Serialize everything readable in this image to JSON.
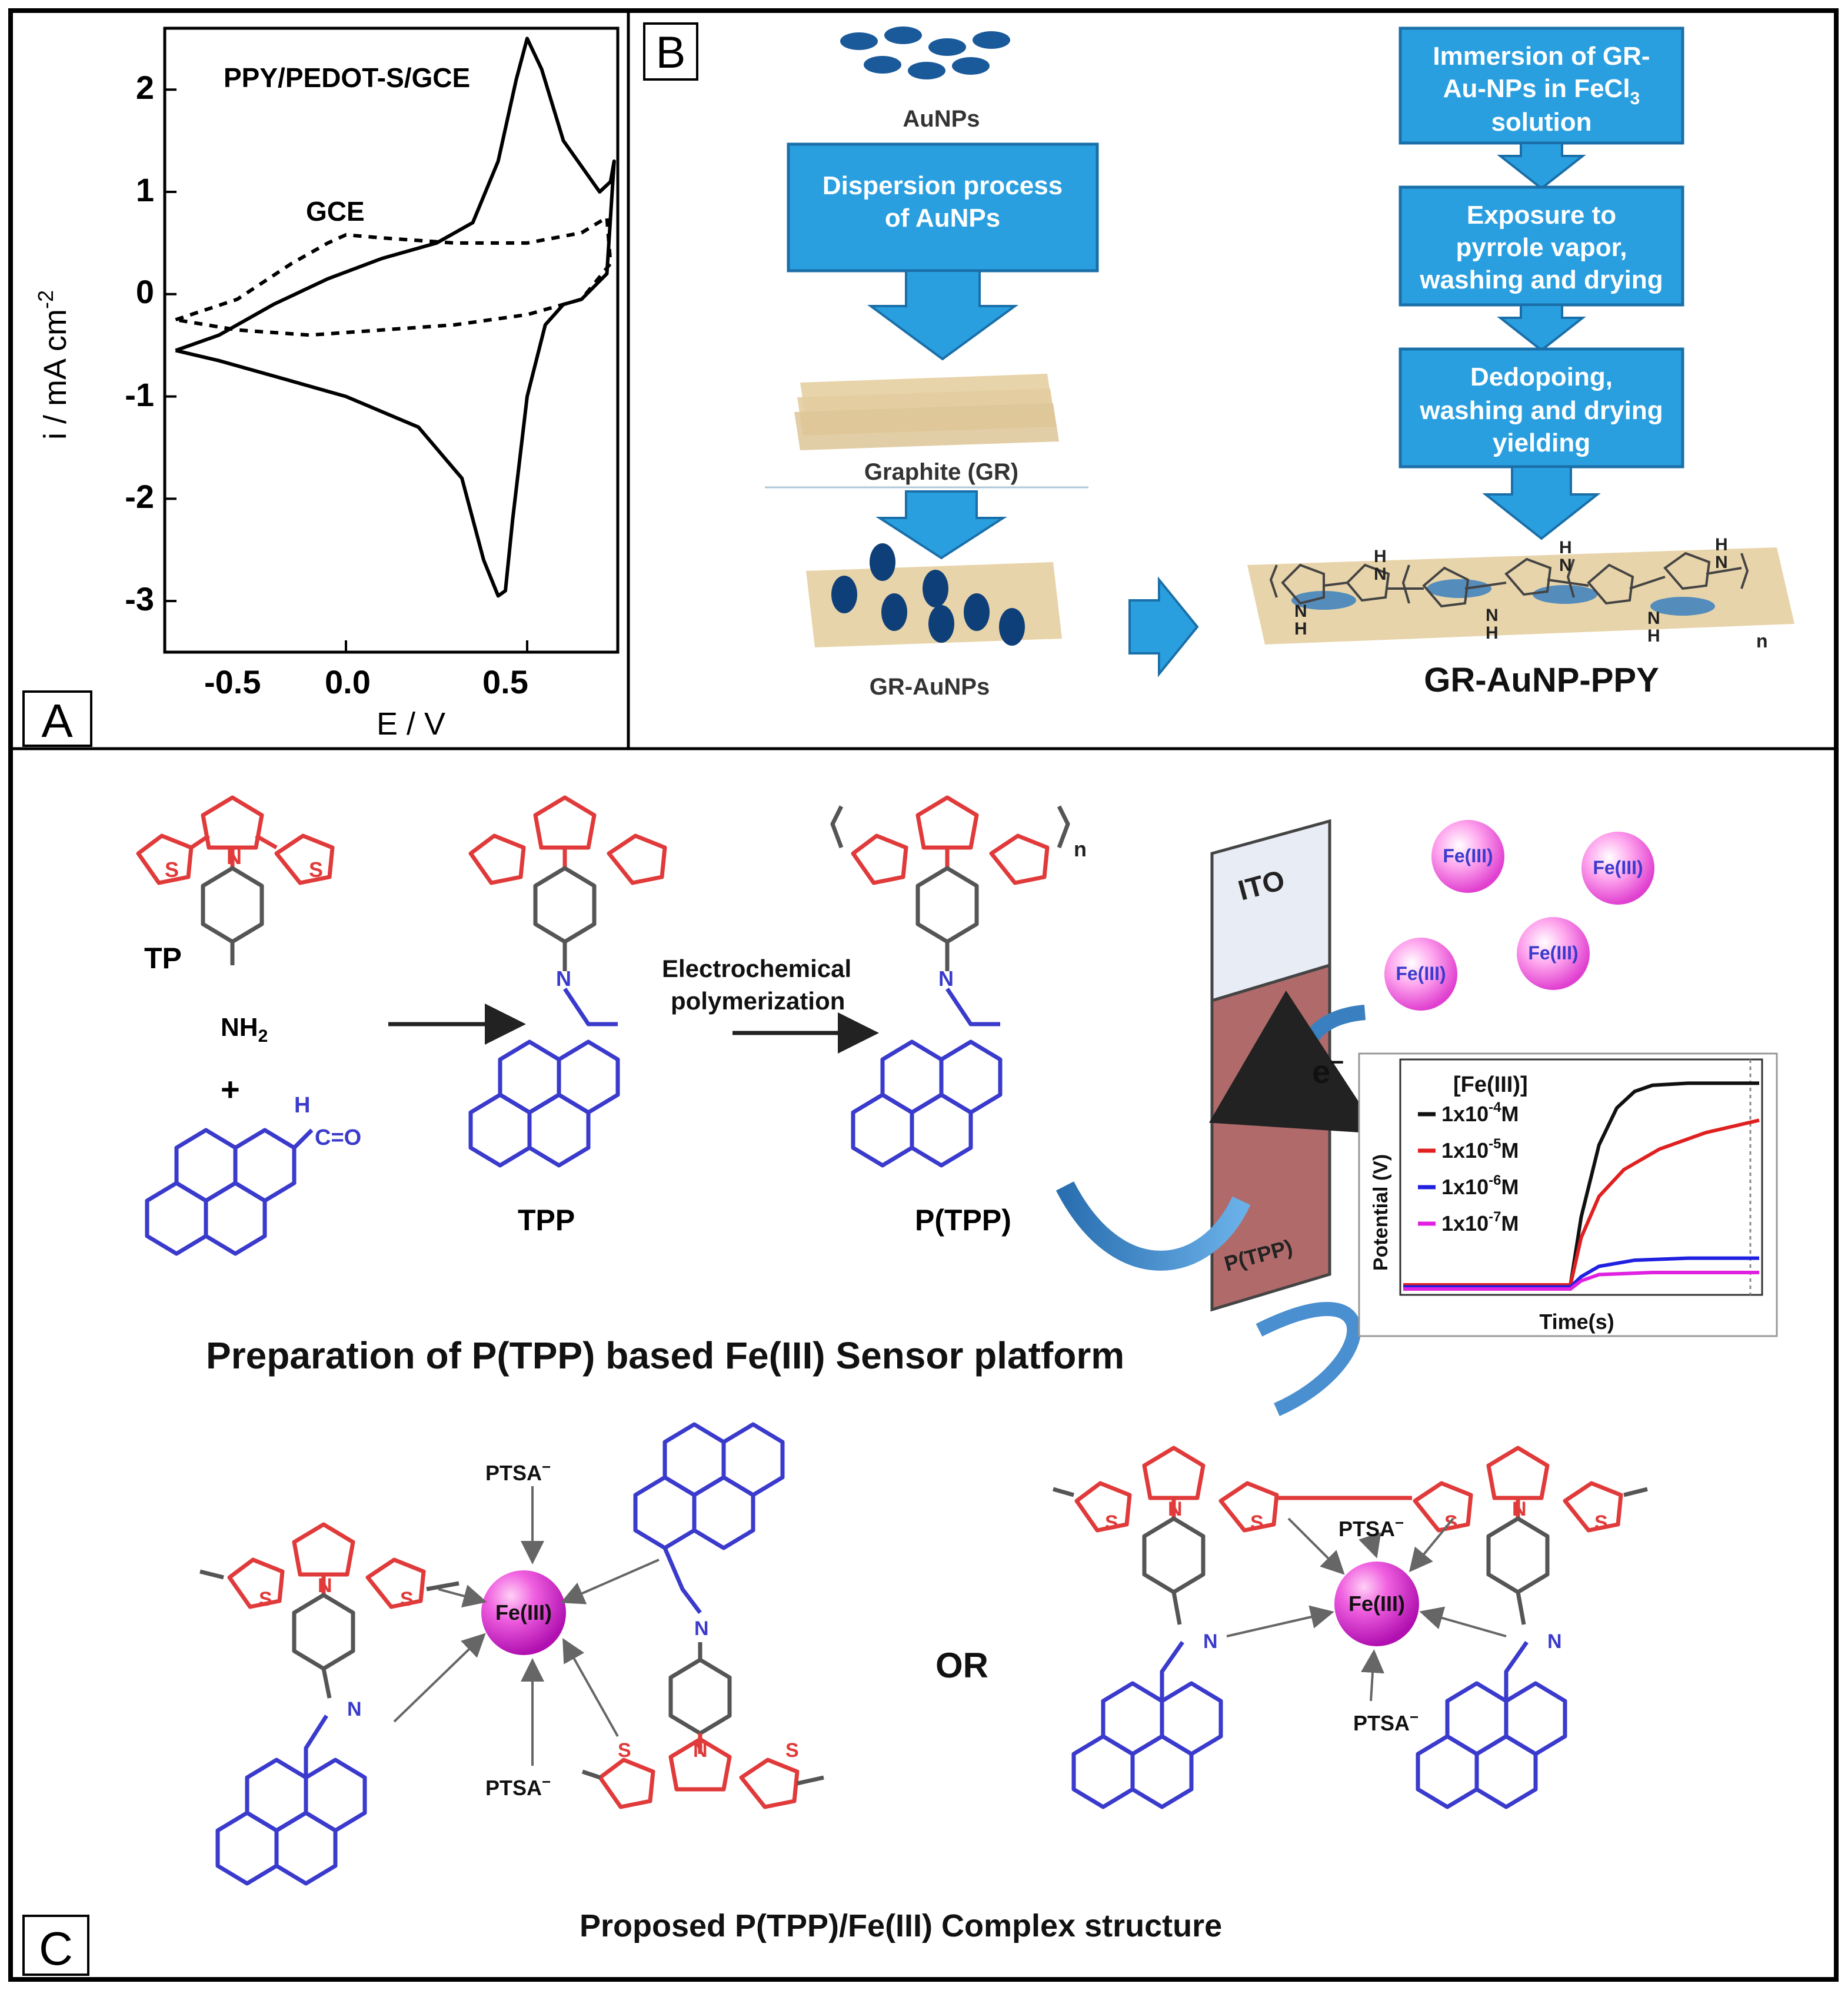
{
  "panels": {
    "a": {
      "letter": "A",
      "curve_label_1": "PPY/PEDOT-S/GCE",
      "curve_label_2": "GCE",
      "ylabel": "i / mA cm",
      "ylabel_sup": "-2",
      "xlabel": "E / V",
      "x_ticks": [
        "-0.5",
        "0.0",
        "0.5"
      ],
      "y_ticks": [
        "2",
        "1",
        "0",
        "-1",
        "-2",
        "-3"
      ]
    },
    "b": {
      "letter": "B",
      "aunps": "AuNPs",
      "dispersion": [
        "Dispersion process",
        "of AuNPs"
      ],
      "graphite": "Graphite (GR)",
      "gr_aunps": "GR-AuNPs",
      "step1": [
        "Immersion of GR-",
        "Au-NPs in FeCl",
        "solution"
      ],
      "step1_sub": "3",
      "step2": [
        "Exposure to",
        "pyrrole vapor,",
        "washing and drying"
      ],
      "step3": [
        "Dedopoing,",
        "washing and drying",
        "yielding"
      ],
      "product": "GR-AuNP-PPY",
      "nh": "N",
      "h": "H",
      "n_sub": "n"
    },
    "c": {
      "letter": "C",
      "tp": "TP",
      "nh2": "NH",
      "nh2_sub": "2",
      "plus": "+",
      "aldehyde_h": "H",
      "aldehyde_co": "C=O",
      "tpp": "TPP",
      "ptpp": "P(TPP)",
      "electrochem": [
        "Electrochemical",
        "polymerization"
      ],
      "ito": "ITO",
      "ptpp_film": "P(TPP)",
      "fe_ion": "Fe(III)",
      "electron": "e",
      "electron_sup": "−",
      "inset_title": "[Fe(III)]",
      "inset_ylabel": "Potential (V)",
      "inset_xlabel": "Time(s)",
      "heading": "Preparation of P(TPP) based Fe(III) Sensor platform",
      "ptsa": "PTSA",
      "ptsa_sup": "−",
      "or": "OR",
      "caption": "Proposed P(TPP)/Fe(III) Complex structure",
      "s": "S",
      "n": "N",
      "poly_n": "n"
    }
  },
  "chart_data": [
    {
      "type": "line",
      "panel": "A",
      "xlabel": "E / V",
      "ylabel": "i / mA cm-2",
      "xlim": [
        -0.5,
        0.75
      ],
      "ylim": [
        -3.5,
        2.6
      ],
      "series": [
        {
          "name": "PPY/PEDOT-S/GCE",
          "style": "solid",
          "x": [
            -0.47,
            -0.35,
            -0.2,
            -0.05,
            0.1,
            0.25,
            0.35,
            0.42,
            0.47,
            0.5,
            0.54,
            0.6,
            0.7,
            0.73,
            0.74,
            0.72,
            0.65,
            0.6,
            0.55,
            0.5,
            0.46,
            0.44,
            0.42,
            0.38,
            0.32,
            0.2,
            0.0,
            -0.2,
            -0.35,
            -0.47
          ],
          "y": [
            -0.55,
            -0.4,
            -0.1,
            0.15,
            0.35,
            0.5,
            0.7,
            1.3,
            2.1,
            2.5,
            2.2,
            1.5,
            1.0,
            1.1,
            1.3,
            0.2,
            -0.05,
            -0.1,
            -0.3,
            -1.0,
            -2.2,
            -2.9,
            -2.95,
            -2.6,
            -1.8,
            -1.3,
            -1.0,
            -0.8,
            -0.65,
            -0.55
          ]
        },
        {
          "name": "GCE",
          "style": "dashed",
          "x": [
            -0.47,
            -0.3,
            -0.15,
            -0.05,
            0.0,
            0.1,
            0.3,
            0.5,
            0.65,
            0.72,
            0.73,
            0.65,
            0.5,
            0.3,
            0.1,
            -0.1,
            -0.3,
            -0.47
          ],
          "y": [
            -0.25,
            -0.05,
            0.3,
            0.5,
            0.58,
            0.55,
            0.5,
            0.5,
            0.6,
            0.75,
            0.3,
            -0.05,
            -0.2,
            -0.3,
            -0.35,
            -0.4,
            -0.35,
            -0.25
          ]
        }
      ]
    },
    {
      "type": "line",
      "panel": "C inset",
      "title": "[Fe(III)]",
      "xlabel": "Time(s)",
      "ylabel": "Potential (V)",
      "series": [
        {
          "name": "1x10-4M",
          "color": "#111111",
          "t": [
            0,
            0.47,
            0.5,
            0.55,
            0.6,
            0.65,
            0.7,
            0.8,
            1.0
          ],
          "v": [
            0.02,
            0.02,
            0.35,
            0.7,
            0.88,
            0.96,
            0.99,
            1.0,
            1.0
          ]
        },
        {
          "name": "1x10-5M",
          "color": "#e02020",
          "t": [
            0,
            0.47,
            0.5,
            0.55,
            0.62,
            0.72,
            0.85,
            1.0
          ],
          "v": [
            0.02,
            0.02,
            0.25,
            0.45,
            0.58,
            0.68,
            0.76,
            0.82
          ]
        },
        {
          "name": "1x10-6M",
          "color": "#2020e0",
          "t": [
            0,
            0.47,
            0.5,
            0.55,
            0.65,
            0.8,
            1.0
          ],
          "v": [
            0.01,
            0.01,
            0.06,
            0.11,
            0.14,
            0.15,
            0.15
          ]
        },
        {
          "name": "1x10-7M",
          "color": "#e020e0",
          "t": [
            0,
            0.47,
            0.5,
            0.55,
            0.7,
            1.0
          ],
          "v": [
            0.0,
            0.0,
            0.04,
            0.07,
            0.08,
            0.08
          ]
        }
      ]
    }
  ]
}
